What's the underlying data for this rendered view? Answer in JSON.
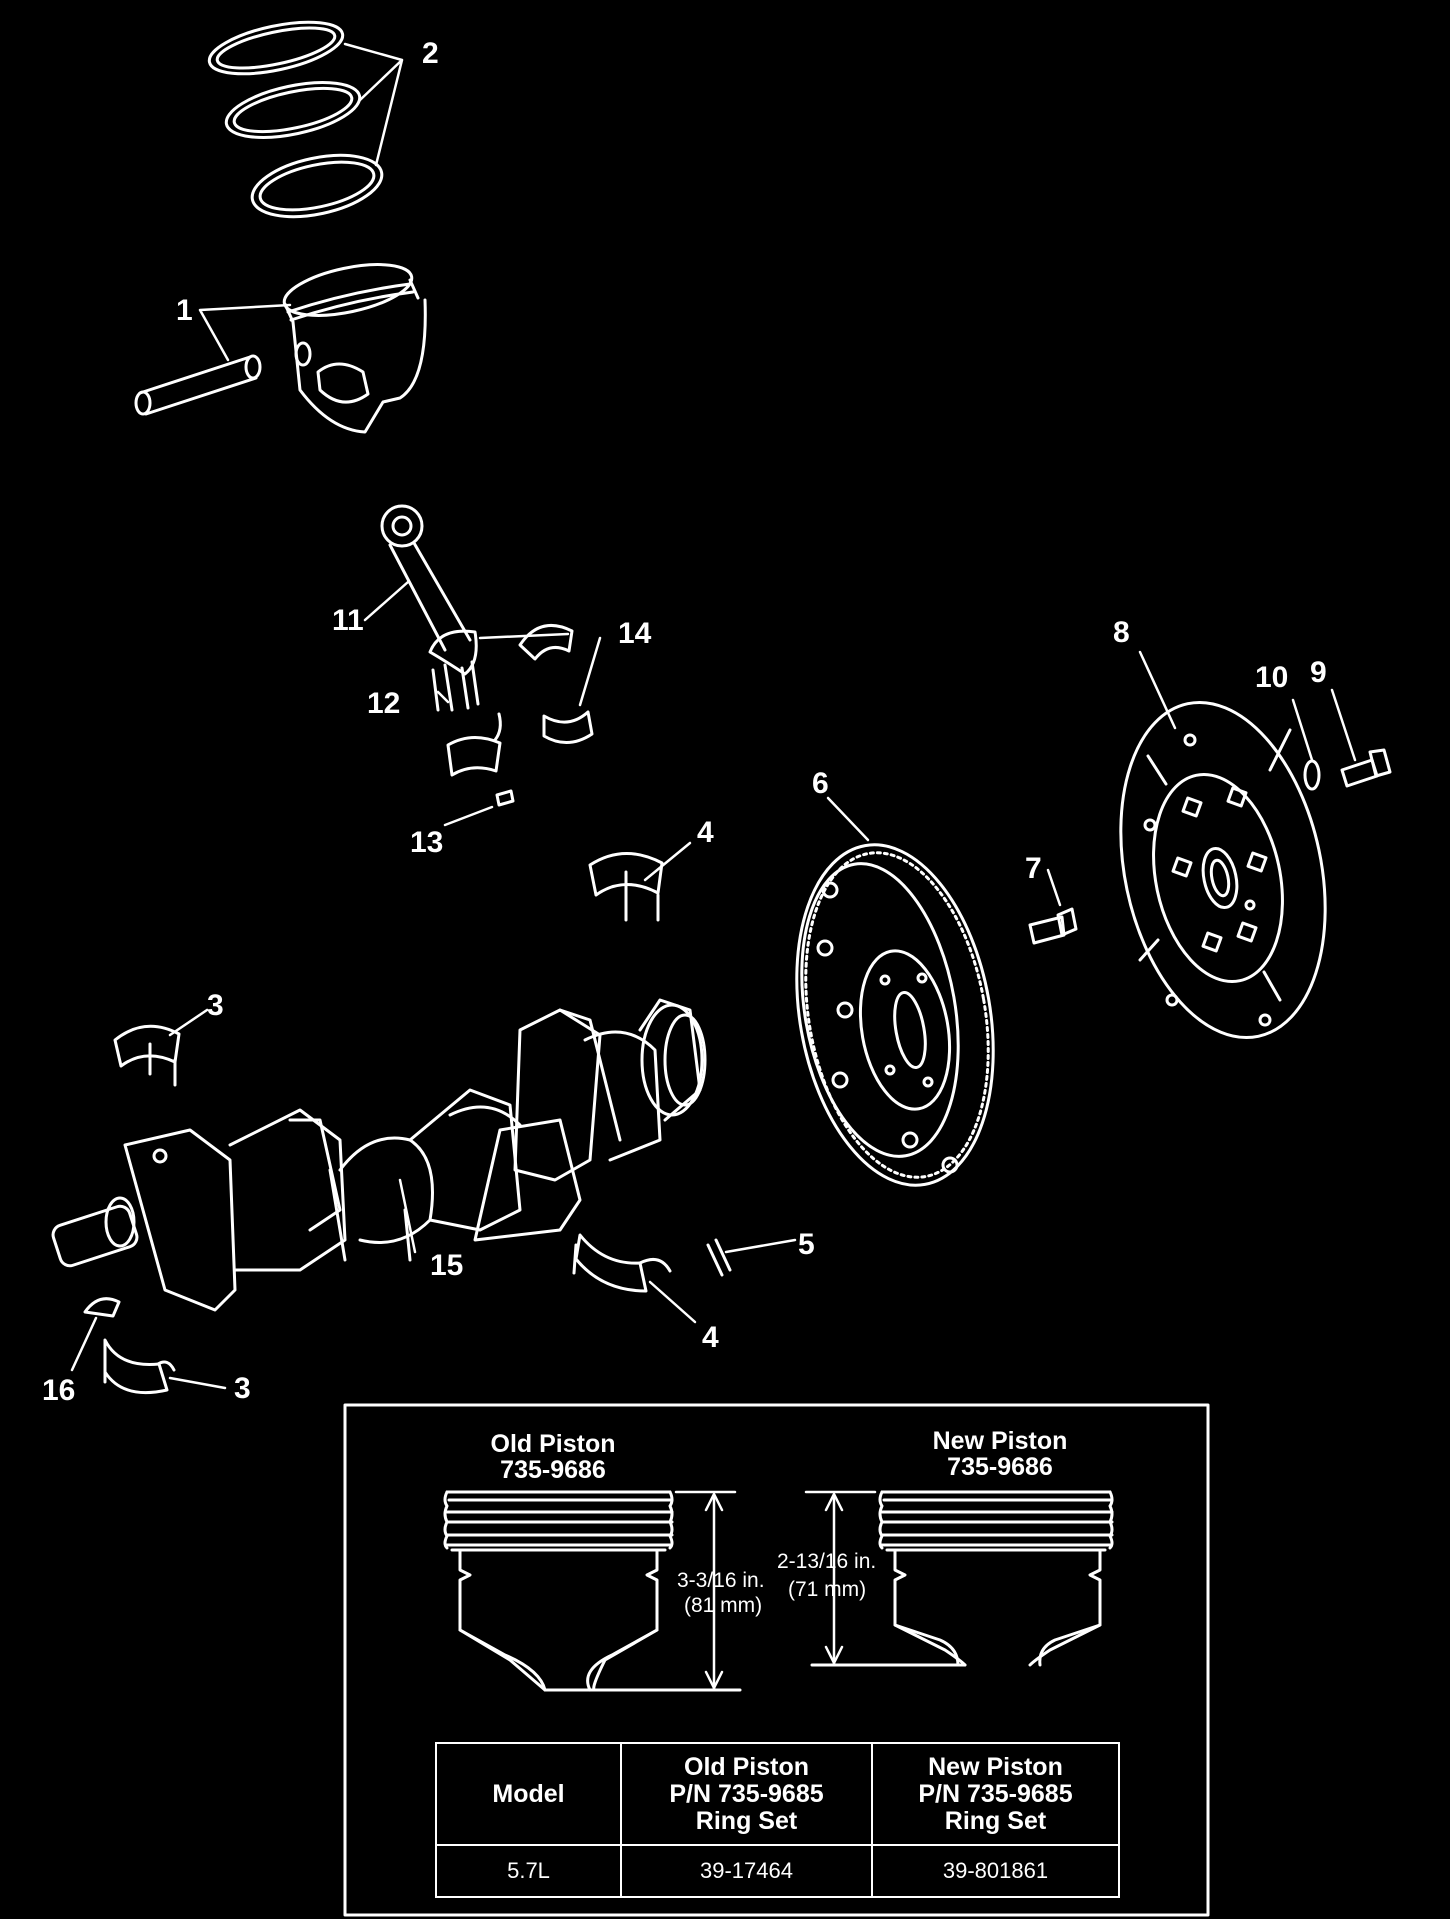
{
  "callouts": {
    "c1": "1",
    "c2": "2",
    "c3a": "3",
    "c3b": "3",
    "c4a": "4",
    "c4b": "4",
    "c5": "5",
    "c6": "6",
    "c7": "7",
    "c8": "8",
    "c9": "9",
    "c10": "10",
    "c11": "11",
    "c12": "12",
    "c13": "13",
    "c14": "14",
    "c15": "15",
    "c16": "16"
  },
  "inset": {
    "old_piston": {
      "name": "Old Piston",
      "pn": "735-9686"
    },
    "new_piston": {
      "name": "New Piston",
      "pn": "735-9686"
    },
    "old_dim": {
      "inches": "3-3/16 in.",
      "mm": "(81 mm)"
    },
    "new_dim": {
      "inches": "2-13/16 in.",
      "mm": "(71 mm)"
    }
  },
  "table": {
    "headers": [
      {
        "line1": "Model",
        "line2": "",
        "line3": ""
      },
      {
        "line1": "Old Piston",
        "line2": "P/N 735-9685",
        "line3": "Ring Set"
      },
      {
        "line1": "New Piston",
        "line2": "P/N 735-9685",
        "line3": "Ring Set"
      }
    ],
    "rows": [
      [
        "5.7L",
        "39-17464",
        "39-801861"
      ]
    ]
  },
  "colors": {
    "background": "#000000",
    "line": "#ffffff"
  }
}
